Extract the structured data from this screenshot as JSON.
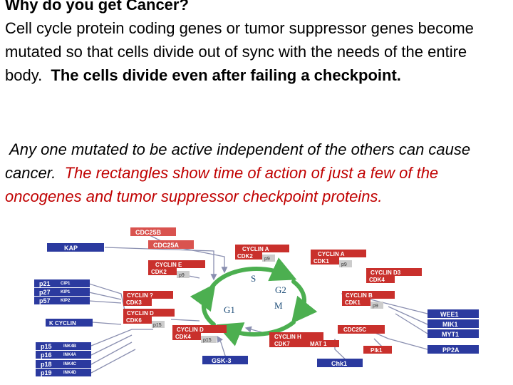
{
  "title": "Why do you get Cancer?",
  "para1": {
    "normal": "Cell cycle protein coding genes or tumor suppressor genes become mutated so that cells divide out of sync with the needs of the entire body.",
    "bold": "The cells divide even after failing a checkpoint."
  },
  "para2": {
    "black": "Any one mutated to be active independent of the others can cause cancer.",
    "red": "The rectangles show time of action of just a few of the oncogenes and tumor suppressor checkpoint proteins."
  },
  "diagram": {
    "phases": {
      "s": "S",
      "g2": "G2",
      "g1": "G1",
      "m": "M"
    },
    "proteins": {
      "cdc25b": "CDC25B",
      "cdc25a": "CDC25A",
      "kap": "KAP",
      "cyclin_a_1": "CYCLIN A",
      "cdk2_1": "CDK2",
      "p9_1": "p9",
      "cyclin_a_2": "CYCLIN A",
      "cdk1_1": "CDK1",
      "p9_2": "p9",
      "cyclin_e": "CYCLIN E",
      "cdk2_2": "CDK2",
      "p9_3": "p9",
      "cyclin_d3": "CYCLIN D3",
      "cdk4_1": "CDK4",
      "p21": "p21",
      "p21_sup": "CIP1",
      "p27": "p27",
      "p27_sup": "KIP1",
      "p57": "p57",
      "p57_sup": "KIP2",
      "cyclin_q": "CYCLIN ?",
      "cdk3": "CDK3",
      "cyclin_b": "CYCLIN B",
      "cdk1_2": "CDK1",
      "p9_4": "p9",
      "wee1": "WEE1",
      "cyclin_d": "CYCLIN D",
      "cdk6": "CDK6",
      "p15_1": "p15",
      "mik1": "MIK1",
      "k_cyclin": "K CYCLIN",
      "myt1": "MYT1",
      "cyclin_d2": "CYCLIN D",
      "cdk4_2": "CDK4",
      "p15_2": "p15",
      "cdc25c": "CDC25C",
      "cyclin_h": "CYCLIN H",
      "cdk7": "CDK7",
      "mat1": "MAT 1",
      "plk1": "Plk1",
      "pp2a": "PP2A",
      "p15": "p15",
      "p15_sup": "INK4B",
      "p16": "p16",
      "p16_sup": "INK4A",
      "p18": "p18",
      "p18_sup": "INK4C",
      "p19": "p19",
      "p19_sup": "INK4D",
      "gsk3": "GSK-3",
      "chk1": "Chk1"
    }
  }
}
